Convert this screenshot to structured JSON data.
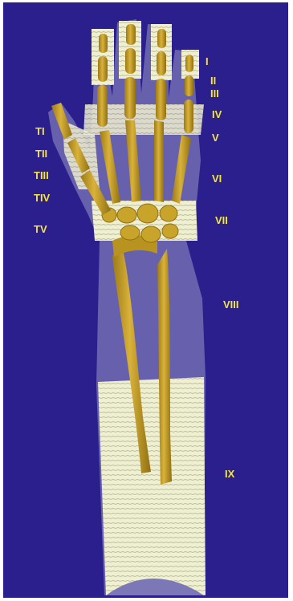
{
  "colors": {
    "background": "#2a1f8c",
    "soft_tissue": "#7c78b8",
    "bone": "#c9a42a",
    "bone_shade": "#8f7012",
    "bandage": "#efefd2",
    "bandage_line": "#b9b896",
    "label": "#f5e63a"
  },
  "zones": {
    "fingers": [
      "I",
      "II",
      "III",
      "IV",
      "V",
      "VI",
      "VII",
      "VIII",
      "IX"
    ],
    "thumb": [
      "TI",
      "TII",
      "TIII",
      "TIV",
      "TV"
    ]
  }
}
